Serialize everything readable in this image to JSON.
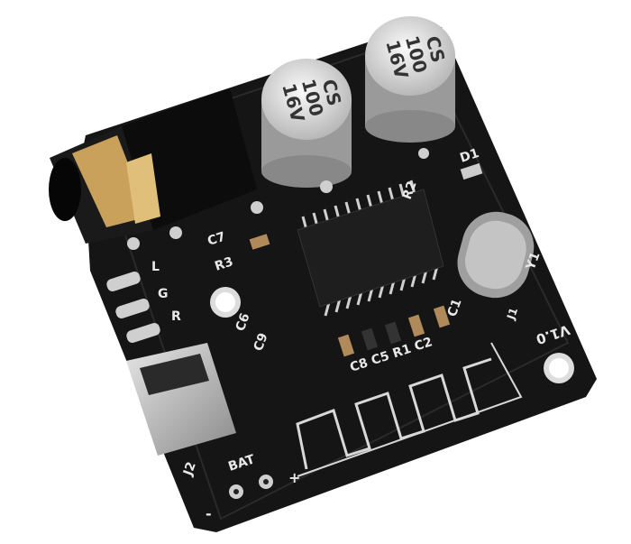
{
  "capacitors": [
    {
      "brand": "CS",
      "value": "100",
      "voltage": "16V"
    },
    {
      "brand": "CS",
      "value": "100",
      "voltage": "16V"
    }
  ],
  "silkscreen": {
    "d1": "D1",
    "r2": "R2",
    "c7": "C7",
    "r3": "R3",
    "l": "L",
    "g": "G",
    "r": "R",
    "c6": "C6",
    "c9": "C9",
    "bottom_row": "C8 C5 R1 C2",
    "c1": "C1",
    "y1": "Y1",
    "j1": "J1",
    "version": "V1.0",
    "j2": "J2",
    "bat": "BAT",
    "plus": "+",
    "minus": "-"
  },
  "colors": {
    "board": "#141414",
    "silk": "#e8e8e8",
    "pad": "#cfcfcf",
    "jack_gold": "#c9a15a"
  }
}
